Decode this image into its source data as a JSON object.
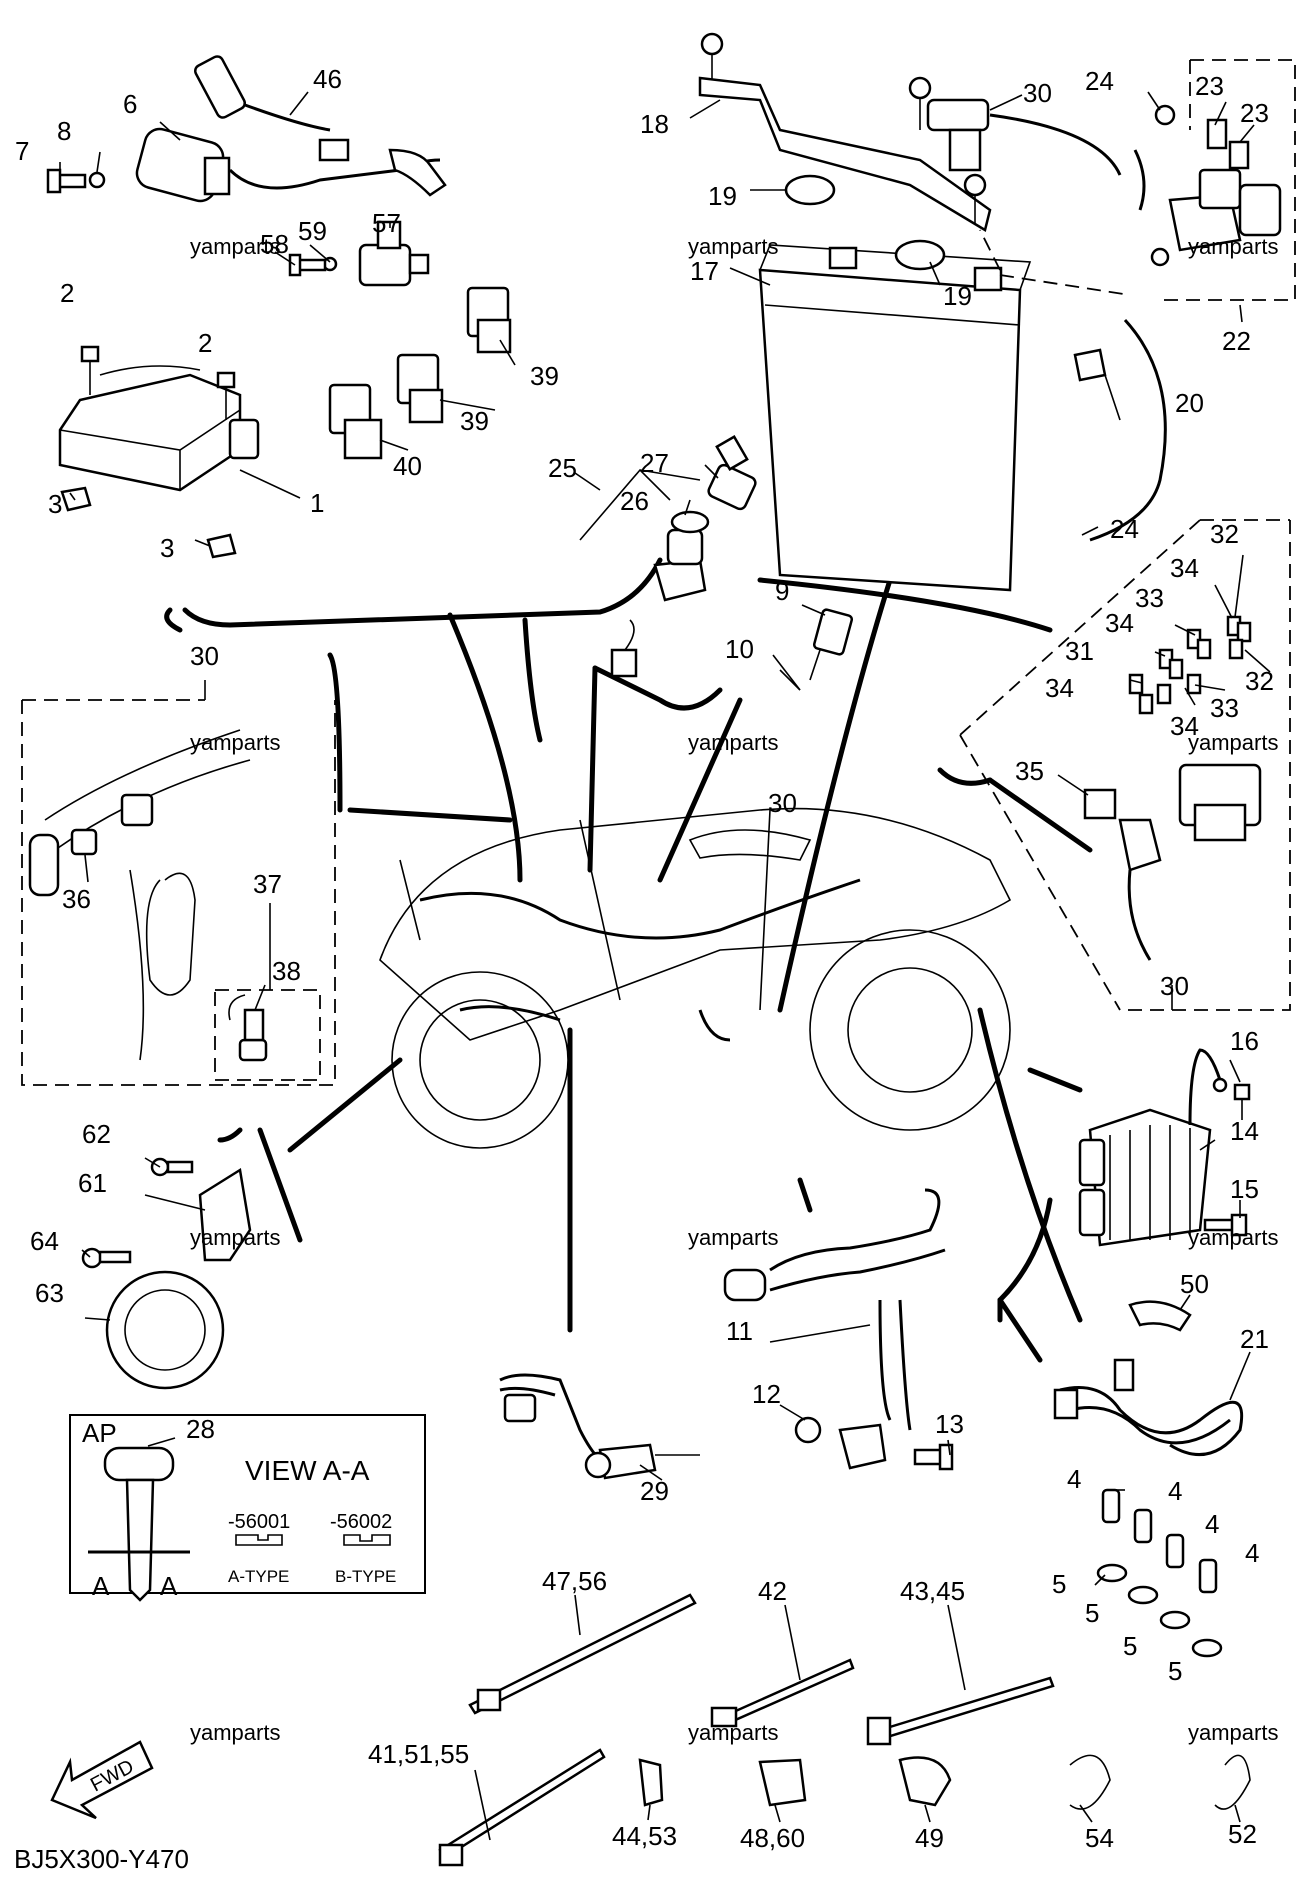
{
  "diagram_code": "BJ5X300-Y470",
  "watermark": "yamparts",
  "fwd_label": "FWD",
  "key_box": {
    "ap": "AP",
    "key_part": "28",
    "view": "VIEW A-A",
    "code_a": "-56001",
    "code_b": "-56002",
    "type_a": "A-TYPE",
    "type_b": "B-TYPE",
    "section": "A"
  },
  "labels": {
    "p1": "1",
    "p2a": "2",
    "p2b": "2",
    "p3a": "3",
    "p3b": "3",
    "p4a": "4",
    "p4b": "4",
    "p4c": "4",
    "p4d": "4",
    "p5a": "5",
    "p5b": "5",
    "p5c": "5",
    "p5d": "5",
    "p6": "6",
    "p7": "7",
    "p8": "8",
    "p9": "9",
    "p10": "10",
    "p11": "11",
    "p12": "12",
    "p13": "13",
    "p14": "14",
    "p15": "15",
    "p16": "16",
    "p17": "17",
    "p18": "18",
    "p19a": "19",
    "p19b": "19",
    "p20": "20",
    "p21": "21",
    "p22": "22",
    "p23a": "23",
    "p23b": "23",
    "p24a": "24",
    "p24b": "24",
    "p25": "25",
    "p26": "26",
    "p27": "27",
    "p29": "29",
    "p30a": "30",
    "p30b": "30",
    "p30c": "30",
    "p30d": "30",
    "p31": "31",
    "p32a": "32",
    "p32b": "32",
    "p33a": "33",
    "p33b": "33",
    "p34a": "34",
    "p34b": "34",
    "p34c": "34",
    "p34d": "34",
    "p35": "35",
    "p36": "36",
    "p37": "37",
    "p38": "38",
    "p39a": "39",
    "p39b": "39",
    "p40": "40",
    "p41": "41,51,55",
    "p42": "42",
    "p43": "43,45",
    "p44": "44,53",
    "p46": "46",
    "p47": "47,56",
    "p48": "48,60",
    "p49": "49",
    "p50": "50",
    "p52": "52",
    "p54": "54",
    "p57": "57",
    "p58": "58",
    "p59": "59",
    "p61": "61",
    "p62": "62",
    "p63": "63",
    "p64": "64"
  }
}
